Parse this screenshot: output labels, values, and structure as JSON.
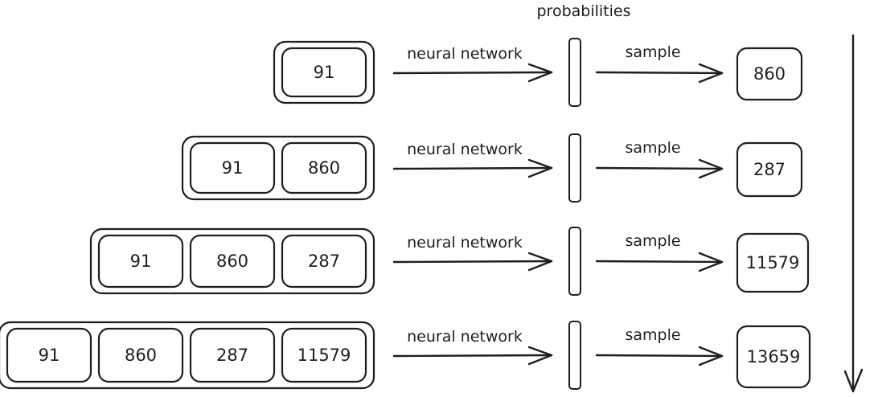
{
  "header": {
    "probabilities_label": "probabilities"
  },
  "rows": [
    {
      "context": [
        "91"
      ],
      "nn_label": "neural network",
      "sample_label": "sample",
      "output": "860"
    },
    {
      "context": [
        "91",
        "860"
      ],
      "nn_label": "neural network",
      "sample_label": "sample",
      "output": "287"
    },
    {
      "context": [
        "91",
        "860",
        "287"
      ],
      "nn_label": "neural network",
      "sample_label": "sample",
      "output": "11579"
    },
    {
      "context": [
        "91",
        "860",
        "287",
        "11579"
      ],
      "nn_label": "neural network",
      "sample_label": "sample",
      "output": "13659"
    }
  ],
  "colors": {
    "stroke": "#1e1e1e",
    "background": "#ffffff"
  }
}
